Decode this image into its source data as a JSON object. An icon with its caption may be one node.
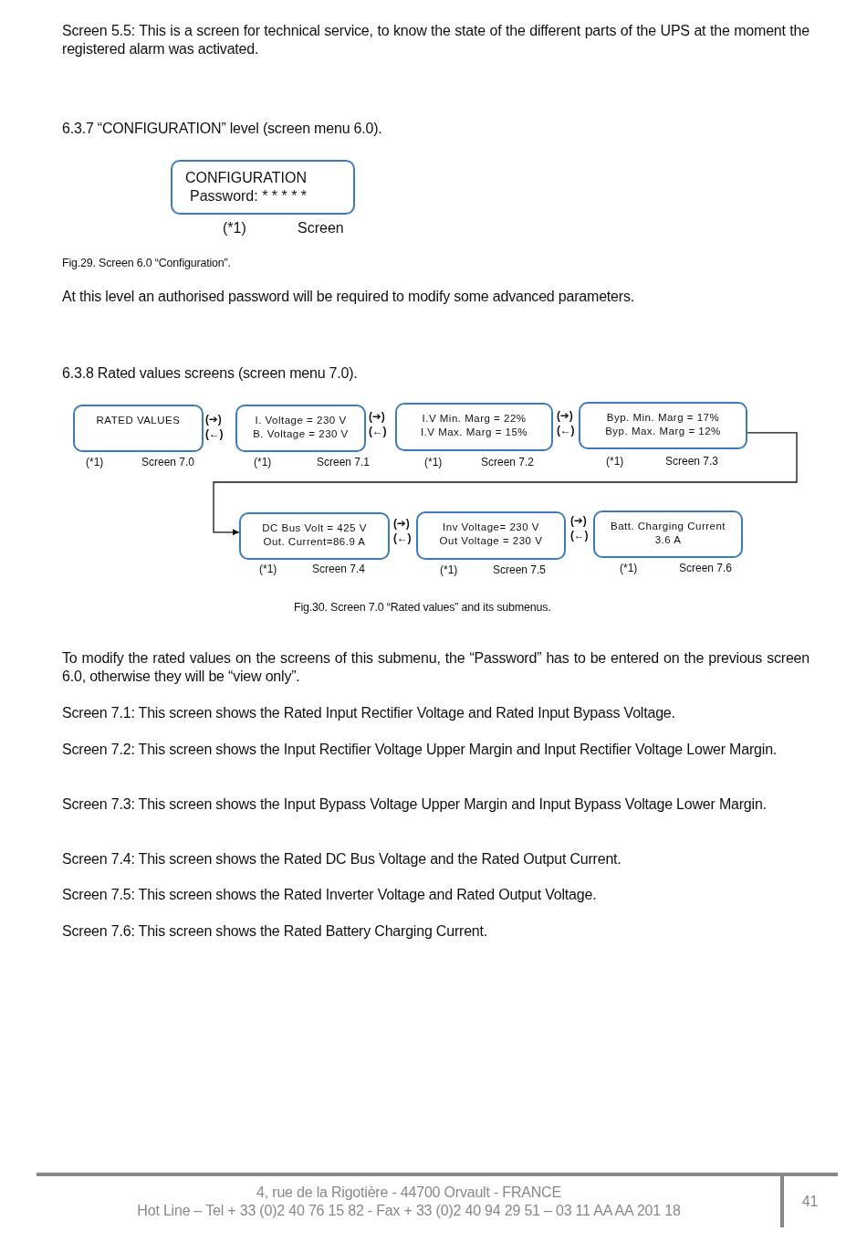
{
  "diagram": {
    "nodes": [
      {
        "text": [
          "CONFIGURATION",
          "Password: * * * * *"
        ],
        "beside": [
          "(*1)",
          "Screen"
        ]
      },
      {
        "text": [
          "RATED VALUES"
        ],
        "beside": [
          "(*1)",
          "Screen 7.0"
        ]
      },
      {
        "text": [
          "I. Voltage = 230 V",
          "B. Voltage = 230 V"
        ],
        "beside": [
          "(*1)",
          "Screen 7.1"
        ]
      },
      {
        "text": [
          "I.V Min. Marg = 22%",
          "I.V Max. Marg = 15%"
        ],
        "beside": [
          "(*1)",
          "Screen 7.2"
        ]
      },
      {
        "text": [
          "Byp. Min. Marg = 17%",
          "Byp. Max. Marg = 12%"
        ],
        "beside": [
          "(*1)",
          "Screen 7.3"
        ]
      },
      {
        "text": [
          "DC Bus Volt = 425 V",
          "Out. Current=86.9 A"
        ],
        "beside": [
          "(*1)",
          "Screen 7.4"
        ]
      },
      {
        "text": [
          "Inv Voltage= 230 V",
          "Out Voltage = 230 V"
        ],
        "beside": [
          "(*1)",
          "Screen 7.5"
        ]
      },
      {
        "text": [
          "Batt. Charging Current",
          "3.6 A"
        ],
        "beside": [
          "(*1)",
          "Screen 7.6"
        ]
      }
    ],
    "edges": [
      {
        "from": 4,
        "to": 5,
        "arrow": "to"
      }
    ],
    "labels": [
      "Screen 5.5: This is a screen for technical service, to know the state of the different parts of the UPS at the moment the registered alarm was activated.",
      "6.3.7 “CONFIGURATION” level (screen menu 6.0).",
      "Fig.29. Screen 6.0 “Configuration”.",
      "At this level an authorised password will be required to modify some advanced parameters.",
      "6.3.8 Rated values screens (screen menu 7.0).",
      "(➔)",
      "(←)",
      "(➔)",
      "(←)",
      "(➔)",
      "(←)",
      "(➔)",
      "(←)",
      "(➔)",
      "(←)",
      "Fig.30. Screen 7.0 “Rated values” and its submenus.",
      "To modify the rated values on the screens of this submenu, the “Password” has to be entered on the previous screen 6.0, otherwise they will be “view only”.",
      "Screen 7.1: This screen shows the Rated Input Rectifier Voltage and Rated Input Bypass Voltage.",
      "Screen 7.2: This screen shows the Input Rectifier Voltage Upper Margin and Input Rectifier Voltage Lower Margin.",
      "Screen 7.3: This screen shows the Input Bypass Voltage Upper Margin and Input Bypass Voltage Lower Margin.",
      "Screen 7.4: This screen shows the Rated DC Bus Voltage and the Rated Output Current.",
      "Screen 7.5: This screen shows the Rated Inverter Voltage and Rated Output Voltage.",
      "Screen 7.6: This screen shows the Rated Battery Charging Current.",
      "4, rue de la Rigotière - 44700 Orvault - FRANCE",
      "Hot Line – Tel + 33 (0)2 40 76 15 82 - Fax + 33 (0)2 40 94 29 51 – 03 11 AA AA 201 18",
      "41"
    ]
  }
}
